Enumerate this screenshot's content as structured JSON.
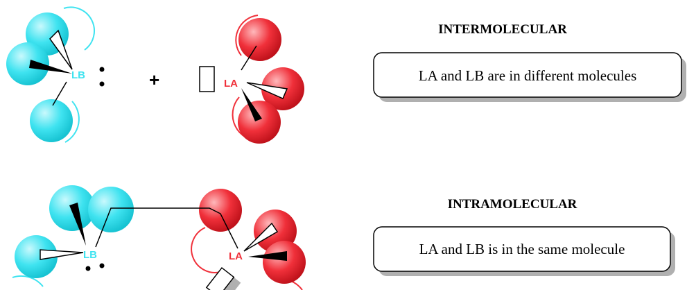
{
  "colors": {
    "lewis_base": "#3fe3f0",
    "lewis_base_dark": "#1ec7d6",
    "lewis_acid": "#f0303a",
    "lewis_acid_dark": "#c8151f",
    "box_shadow": "#b0b0b0"
  },
  "top_section": {
    "title": "INTERMOLECULAR",
    "description": "LA and LB are in different molecules",
    "base_label": "LB",
    "acid_label": "LA",
    "plus_sign": "+"
  },
  "bottom_section": {
    "title": "INTRAMOLECULAR",
    "description": "LA and LB is in the same molecule",
    "base_label": "LB",
    "acid_label": "LA"
  }
}
